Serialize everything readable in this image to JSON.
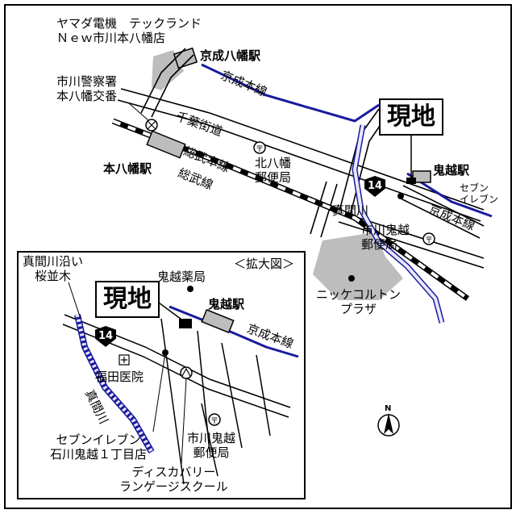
{
  "labels": {
    "yamada": "ヤマダ電機　テックランド\nＮｅｗ市川本八幡店",
    "keisei_yawata": "京成八幡駅",
    "keisei_line_1": "京成本線",
    "police": "市川警察署\n本八幡交番",
    "chiba_kaido": "千葉街道",
    "sobu_honsen": "総武本線",
    "sobu_sen": "総武線",
    "motoyawata": "本八幡駅",
    "kitayawata_post": "北八幡\n郵便局",
    "genchi_main": "現地",
    "onigoe_station": "鬼越駅",
    "seven_eleven": "セブン\nイレブン",
    "mamagawa": "真間川",
    "keisei_line_2": "京成本線",
    "onigoe_post": "市川鬼越\n郵便局",
    "nikke": "ニッケコルトン\nプラザ",
    "north": "N"
  },
  "inset": {
    "title": "＜拡大図＞",
    "sakura": "真間川沿い\n桜並木",
    "genchi": "現地",
    "onigoe_pharmacy": "鬼越薬局",
    "onigoe_station": "鬼越駅",
    "keisei_line": "京成本線",
    "route": "14",
    "fukuda": "福田医院",
    "mamagawa": "真間川",
    "seven_eleven": "セブンイレブン\n石川鬼越１丁目店",
    "onigoe_post": "市川鬼越\n郵便局",
    "discovery": "ディスカバリー\nランゲージスクール"
  },
  "route_main": "14",
  "colors": {
    "river": "#1a1aa0",
    "river_fill": "#e8e8f8",
    "rail_black": "#000000",
    "building_gray": "#bdbdbd"
  }
}
